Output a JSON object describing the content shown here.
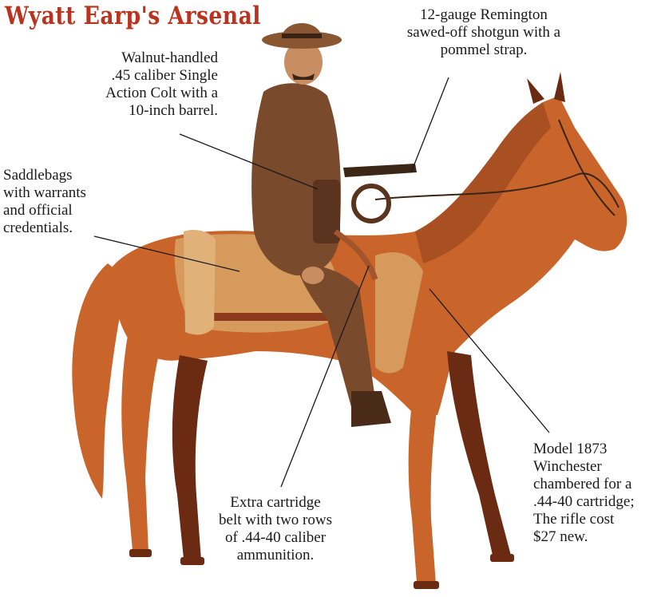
{
  "title": "Wyatt Earp's Arsenal",
  "colors": {
    "title": "#b8341f",
    "horse": "#c9652a",
    "horse_dark": "#6b2a12",
    "coat": "#7a4a2c",
    "hat": "#8a5632",
    "saddle": "#d59a5c",
    "leader_line": "#1a1a1a"
  },
  "callouts": {
    "colt": "Walnut-handled\n.45 caliber Single\nAction Colt with a\n10-inch barrel.",
    "shotgun": "12-gauge Remington\nsawed-off shotgun with a\npommel strap.",
    "saddlebags": "Saddlebags\nwith warrants\nand official\ncredentials.",
    "cartridge_belt": "Extra cartridge\nbelt with two rows\nof .44-40 caliber\nammunition.",
    "winchester": "Model 1873\nWinchester\nchambered for a\n.44-40 cartridge;\nThe rifle cost\n$27 new."
  }
}
